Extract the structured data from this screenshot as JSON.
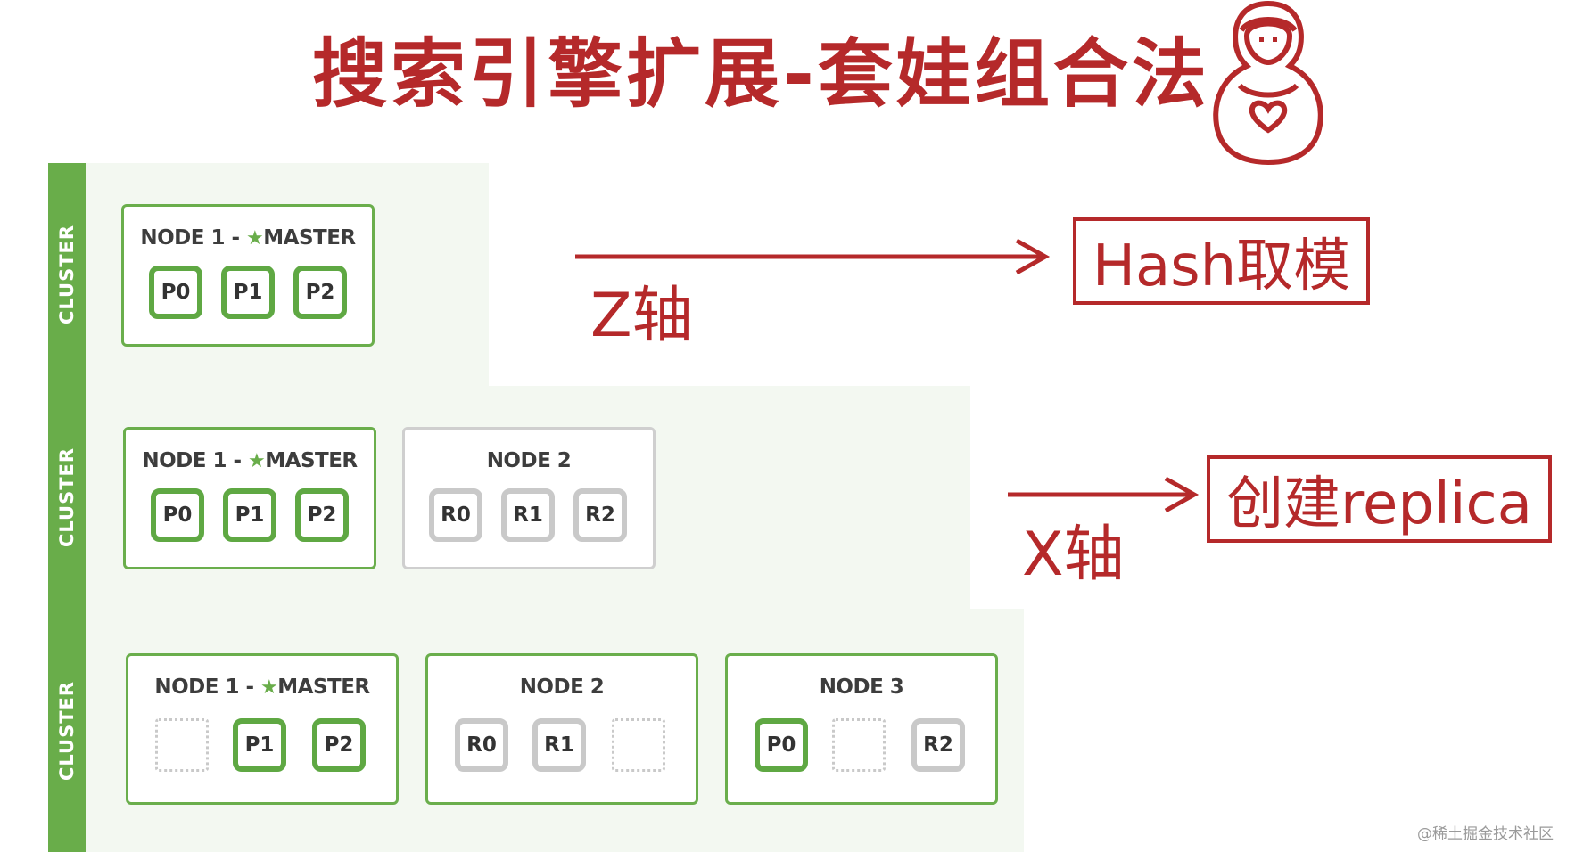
{
  "title": "搜索引擎扩展-套娃组合法",
  "colors": {
    "accent": "#b5292a",
    "cluster_green": "#69ad4a",
    "primary_border": "#5fa843",
    "replica_border": "#c9c9c9"
  },
  "clusters": [
    {
      "label": "CLUSTER",
      "nodes": [
        {
          "title": "NODE 1 - ",
          "master": "MASTER",
          "shards": [
            "P0",
            "P1",
            "P2"
          ]
        }
      ]
    },
    {
      "label": "CLUSTER",
      "nodes": [
        {
          "title": "NODE 1 - ",
          "master": "MASTER",
          "shards": [
            "P0",
            "P1",
            "P2"
          ]
        },
        {
          "title": "NODE 2",
          "shards": [
            "R0",
            "R1",
            "R2"
          ]
        }
      ]
    },
    {
      "label": "CLUSTER",
      "nodes": [
        {
          "title": "NODE 1 - ",
          "master": "MASTER",
          "shards": [
            "",
            "P1",
            "P2"
          ]
        },
        {
          "title": "NODE 2",
          "shards": [
            "R0",
            "R1",
            ""
          ]
        },
        {
          "title": "NODE 3",
          "shards": [
            "P0",
            "",
            "R2"
          ]
        }
      ]
    }
  ],
  "annotations": {
    "z_axis": {
      "label": "Z轴",
      "target": "Hash取模"
    },
    "x_axis": {
      "label": "X轴",
      "target": "创建replica"
    }
  },
  "watermark": "@稀土掘金技术社区",
  "icons": {
    "doll": "matryoshka-doll-icon",
    "star": "star-icon"
  }
}
